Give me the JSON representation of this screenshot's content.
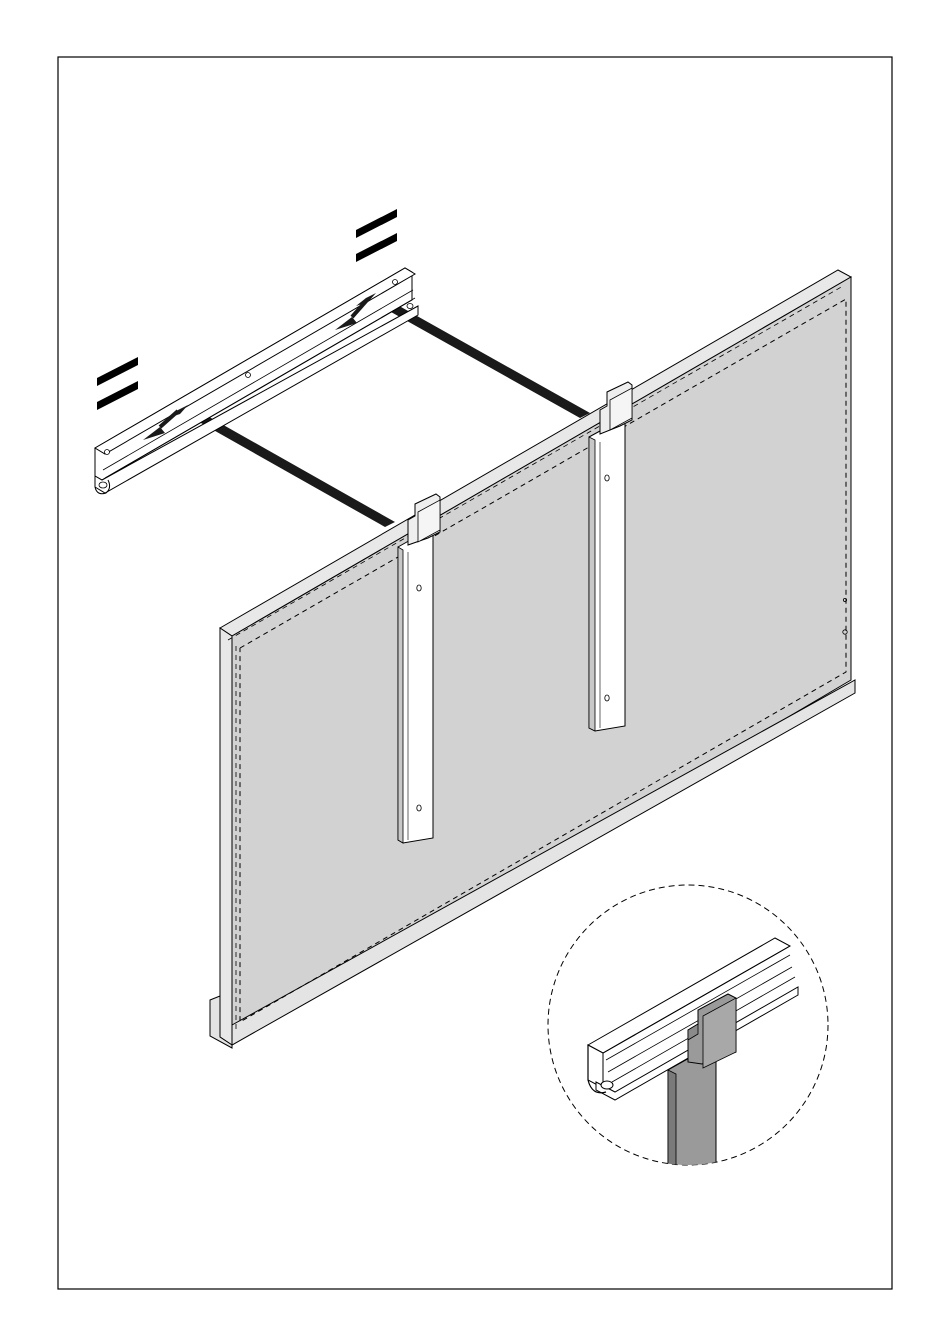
{
  "diagram": {
    "colors": {
      "background": "#ffffff",
      "line": "#000000",
      "panel_face": "#d2d2d2",
      "panel_edge": "#e6e6e6",
      "rail_fill": "#ffffff",
      "bracket_fill": "#eeeeee",
      "bracket_shadow": "#c8c8c8",
      "strap": "#1a1a1a",
      "detail_bracket": "#9a9a9a",
      "detail_bracket_dark": "#7a7a7a"
    },
    "icons": [
      "equals-symbol",
      "equals-symbol",
      "strap-arrow",
      "strap-arrow"
    ]
  }
}
